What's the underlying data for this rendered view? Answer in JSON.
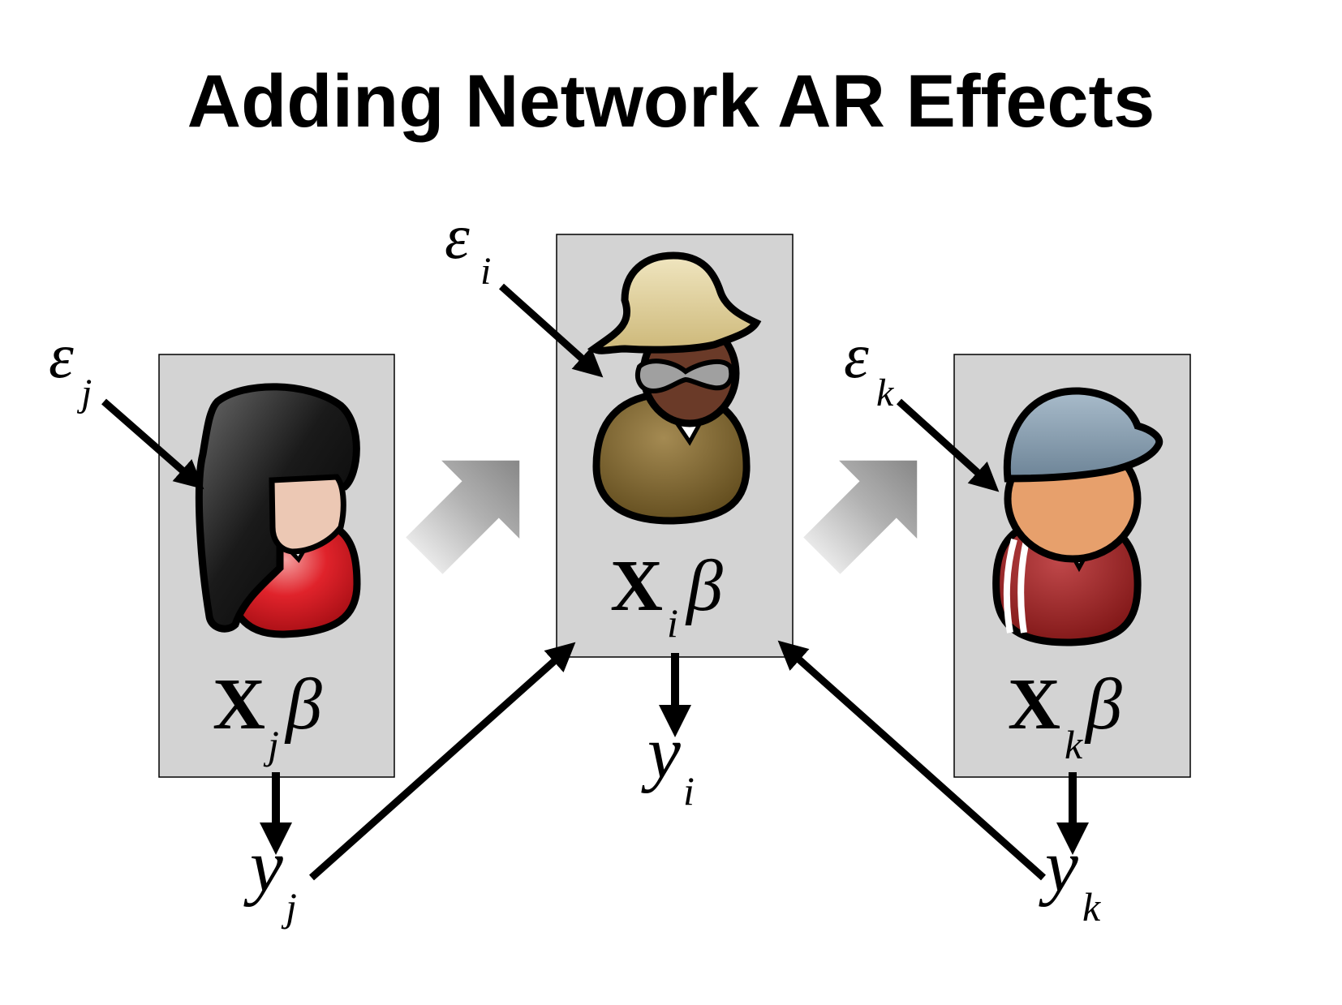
{
  "title": "Adding Network AR Effects",
  "colors": {
    "box_fill": "#d3d3d3",
    "box_stroke": "#000000",
    "arrow": "#000000",
    "feedback_arrow": "#9a9a9a",
    "woman_hair": "#111111",
    "woman_shirt": "#e0232b",
    "woman_skin": "#ecc8b4",
    "center_hat": "#dccb91",
    "center_skin": "#6a3a28",
    "center_shirt": "#7a6230",
    "right_cap": "#7c93a5",
    "right_skin": "#e7a06c",
    "right_shirt": "#8e1b1b"
  },
  "icons": {
    "left": "woman-avatar-icon",
    "center": "man-with-hat-avatar-icon",
    "right": "boy-with-cap-avatar-icon"
  },
  "nodes": {
    "left": {
      "error_symbol": "ε",
      "error_subscript": "j",
      "covariate_symbol": "X",
      "covariate_subscript": "j",
      "coefficient_symbol": "β",
      "outcome_symbol": "y",
      "outcome_subscript": "j"
    },
    "center": {
      "error_symbol": "ε",
      "error_subscript": "i",
      "covariate_symbol": "X",
      "covariate_subscript": "i",
      "coefficient_symbol": "β",
      "outcome_symbol": "y",
      "outcome_subscript": "i"
    },
    "right": {
      "error_symbol": "ε",
      "error_subscript": "k",
      "covariate_symbol": "X",
      "covariate_subscript": "k",
      "coefficient_symbol": "β",
      "outcome_symbol": "y",
      "outcome_subscript": "k"
    }
  }
}
